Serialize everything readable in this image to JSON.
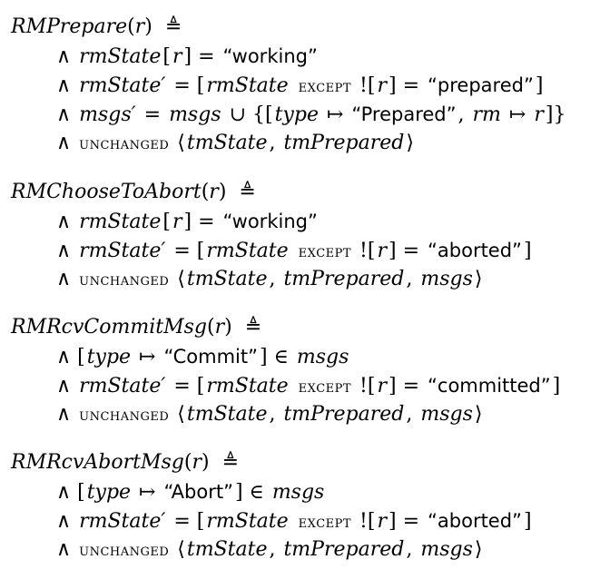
{
  "actions": [
    {
      "name": "RMPrepare",
      "param": "r",
      "defeq": "≜",
      "lines": [
        [
          "∧ ",
          {
            "i": "rmState"
          },
          "[",
          {
            "i": "r"
          },
          "] = ",
          {
            "s": "“working”"
          }
        ],
        [
          "∧ ",
          {
            "i": "rmState′"
          },
          " = [",
          {
            "i": "rmState"
          },
          " ",
          {
            "c": "except"
          },
          " ![",
          {
            "i": "r"
          },
          "] = ",
          {
            "s": "“prepared”"
          },
          "]"
        ],
        [
          "∧ ",
          {
            "i": "msgs′"
          },
          " = ",
          {
            "i": "msgs"
          },
          " ∪ {[",
          {
            "i": "type"
          },
          " ↦ ",
          {
            "s": "“Prepared”"
          },
          ", ",
          {
            "i": "rm"
          },
          " ↦ ",
          {
            "i": "r"
          },
          "]}"
        ],
        [
          "∧ ",
          {
            "c": "unchanged"
          },
          " ⟨",
          {
            "i": "tmState"
          },
          ", ",
          {
            "i": "tmPrepared"
          },
          "⟩"
        ]
      ]
    },
    {
      "name": "RMChooseToAbort",
      "param": "r",
      "defeq": "≜",
      "lines": [
        [
          "∧ ",
          {
            "i": "rmState"
          },
          "[",
          {
            "i": "r"
          },
          "] = ",
          {
            "s": "“working”"
          }
        ],
        [
          "∧ ",
          {
            "i": "rmState′"
          },
          " = [",
          {
            "i": "rmState"
          },
          " ",
          {
            "c": "except"
          },
          " ![",
          {
            "i": "r"
          },
          "] = ",
          {
            "s": "“aborted”"
          },
          "]"
        ],
        [
          "∧ ",
          {
            "c": "unchanged"
          },
          " ⟨",
          {
            "i": "tmState"
          },
          ", ",
          {
            "i": "tmPrepared"
          },
          ", ",
          {
            "i": "msgs"
          },
          "⟩"
        ]
      ]
    },
    {
      "name": "RMRcvCommitMsg",
      "param": "r",
      "defeq": "≜",
      "lines": [
        [
          "∧ [",
          {
            "i": "type"
          },
          " ↦ ",
          {
            "s": "“Commit”"
          },
          "] ∈ ",
          {
            "i": "msgs"
          }
        ],
        [
          "∧ ",
          {
            "i": "rmState′"
          },
          " = [",
          {
            "i": "rmState"
          },
          " ",
          {
            "c": "except"
          },
          " ![",
          {
            "i": "r"
          },
          "] = ",
          {
            "s": "“committed”"
          },
          "]"
        ],
        [
          "∧ ",
          {
            "c": "unchanged"
          },
          " ⟨",
          {
            "i": "tmState"
          },
          ", ",
          {
            "i": "tmPrepared"
          },
          ", ",
          {
            "i": "msgs"
          },
          "⟩"
        ]
      ]
    },
    {
      "name": "RMRcvAbortMsg",
      "param": "r",
      "defeq": "≜",
      "lines": [
        [
          "∧ [",
          {
            "i": "type"
          },
          " ↦ ",
          {
            "s": "“Abort”"
          },
          "] ∈ ",
          {
            "i": "msgs"
          }
        ],
        [
          "∧ ",
          {
            "i": "rmState′"
          },
          " = [",
          {
            "i": "rmState"
          },
          " ",
          {
            "c": "except"
          },
          " ![",
          {
            "i": "r"
          },
          "] = ",
          {
            "s": "“aborted”"
          },
          "]"
        ],
        [
          "∧ ",
          {
            "c": "unchanged"
          },
          " ⟨",
          {
            "i": "tmState"
          },
          ", ",
          {
            "i": "tmPrepared"
          },
          ", ",
          {
            "i": "msgs"
          },
          "⟩"
        ]
      ]
    }
  ]
}
